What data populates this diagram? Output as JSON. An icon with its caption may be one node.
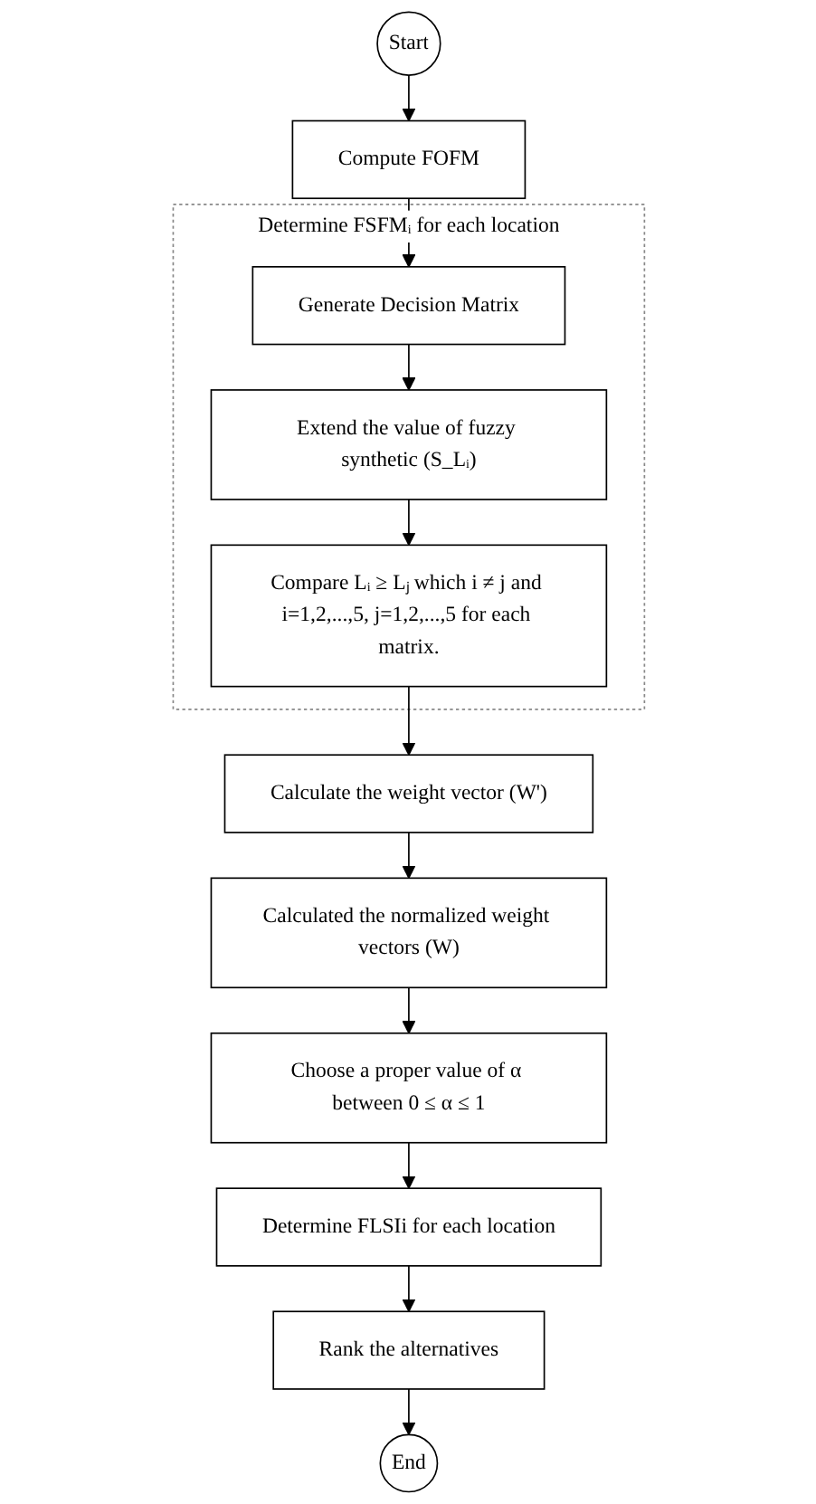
{
  "diagram": {
    "nodes": [
      {
        "text": [
          "Start"
        ]
      },
      {
        "text": [
          "Compute FOFM"
        ]
      },
      {
        "text": [
          "Determine FSFMᵢ for each location"
        ]
      },
      {
        "text": [
          "Generate Decision Matrix"
        ],
        "in": 2
      },
      {
        "text": [
          "Extend the value of fuzzy synthetic (S_Lᵢ)"
        ],
        "in": 2
      },
      {
        "text": [
          "Compare Lᵢ ≥ Lⱼ which i ≠ j and i=1,2,...,5, j=1,2,...,5 for each matrix."
        ],
        "in": 2
      },
      {
        "text": [
          "Calculate the weight vector (W')"
        ]
      },
      {
        "text": [
          "Calculated the normalized weight vectors (W)"
        ]
      },
      {
        "text": [
          "Choose a proper value of α between 0 ≤ α ≤ 1"
        ]
      },
      {
        "text": [
          "Determine FLSIi for each location"
        ]
      },
      {
        "text": [
          "Rank the alternatives"
        ]
      },
      {
        "text": [
          "End"
        ]
      }
    ],
    "edges": [
      {
        "from": 0,
        "to": 1,
        "arrow": "to"
      },
      {
        "from": 1,
        "to": 3,
        "arrow": "to"
      },
      {
        "from": 3,
        "to": 4,
        "arrow": "to"
      },
      {
        "from": 4,
        "to": 5,
        "arrow": "to"
      },
      {
        "from": 5,
        "to": 6,
        "arrow": "to"
      },
      {
        "from": 6,
        "to": 7,
        "arrow": "to"
      },
      {
        "from": 7,
        "to": 8,
        "arrow": "to"
      },
      {
        "from": 8,
        "to": 9,
        "arrow": "to"
      },
      {
        "from": 9,
        "to": 10,
        "arrow": "to"
      },
      {
        "from": 10,
        "to": 11,
        "arrow": "to"
      }
    ]
  }
}
